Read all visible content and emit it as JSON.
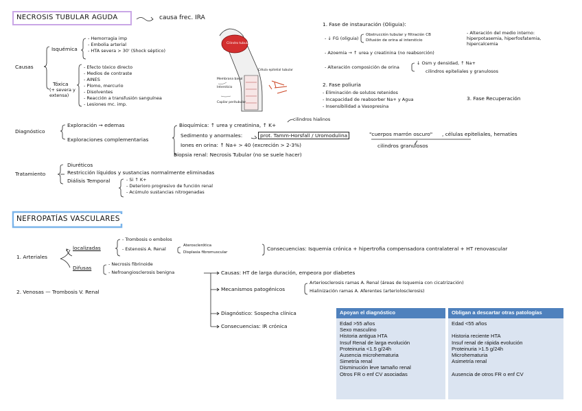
{
  "colors": {
    "necrosis_border": "#c9a6e6",
    "nefro_border": "#7ab4ea",
    "table_header": "#4f81bd",
    "table_body": "#dbe4f1"
  },
  "necrosis": {
    "title": "NECROSIS TUBULAR AGUDA",
    "subtitle": "causa frec. IRA",
    "causas": {
      "label": "Causas",
      "isquemica": {
        "label": "Isquémica",
        "items": [
          "- Hemorragia imp",
          "- Embolia arterial",
          "- HTA severa > 30' (Shock séptico)"
        ]
      },
      "toxica": {
        "label": "Tóxica",
        "note": "(+ severa y extensa)",
        "items": [
          "- Efecto tóxico directo",
          "- Medios de contraste",
          "- AINES",
          "- Plomo, mercurio",
          "- Disolventes",
          "- Reacción a transfusión sanguínea",
          "- Lesiones mc. imp."
        ]
      }
    },
    "diagnostico": {
      "label": "Diagnóstico",
      "exploracion": "Exploración → edemas",
      "complementarias": "Exploraciones complementarias",
      "bioquimica": "Bioquímica: ↑ urea y creatinina, ↑ K+",
      "cilindros_hialinos": "cilindros hialinos",
      "sedimento": "Sedimento y anormales:",
      "prot": "prot. Tamm-Horsfall / Uromodulina",
      "cuerpos": "\"cuerpos marrón oscuro\"",
      "celulas": ", células epiteliales, hematíes",
      "cilindros_granulosos": "cilindros granulosos",
      "iones": "Iones en orina: ↑ Na+ > 40 (excreción > 2-3%)",
      "biopsia": "Biopsia renal: Necrosis Tubular (no se suele hacer)"
    },
    "tratamiento": {
      "label": "Tratamiento",
      "items": [
        "Diuréticos",
        "Restricción líquidos y sustancias normalmente eliminadas",
        "Diálisis Temporal"
      ],
      "dialisis_items": [
        "- Si ↑ K+",
        "- Deterioro progresivo de función renal",
        "- Acúmulo sustancias nitrogenadas"
      ]
    },
    "fases": {
      "f1_title": "1. Fase de instauración (Oliguia):",
      "fg": "- ↓ FG (oliguia)",
      "fg_a": "Obstrucción tubular y filtración CB",
      "fg_b": "Difusión de orina al intersticio",
      "azoemia": "- Azoemia → ↑ urea y creatinina (no reabsorción)",
      "alteracion": "- Alteración composición de orina",
      "alt_a": "↓ Osm y densidad, ↑ Na+",
      "alt_b": "cilindros epiteliales y granulosos",
      "medio": "- Alteración del medio interno: hiperpotasemia, hiperfosfatemia, hipercalcemia",
      "f2_title": "2. Fase poliuria",
      "f2_items": [
        "- Eliminación de solutos retenidos",
        "- Incapacidad de reabsorber Na+ y Agua",
        "- Insensibilidad a Vasopresina"
      ],
      "f3_title": "3. Fase Recuperación"
    },
    "figure_labels": [
      "Cilindro tubular",
      "Célula epitelial tubular",
      "Membrana basal",
      "Intersticio",
      "Capilar peritubular"
    ]
  },
  "nefro": {
    "title": "NEFROPATÍAS VASCULARES",
    "arteriales": "1. Arteriales",
    "venosas": "2. Venosas — Trombosis V. Renal",
    "localizadas": "localizadas",
    "loc_items": [
      "- Trombosis o embolos",
      "- Estenosis A. Renal"
    ],
    "estenosis_a": "Aterosclerótica",
    "estenosis_b": "Displasia fibromuscular",
    "consecuencias": "Consecuencias: Isquemia crónica + hipertrofia compensadora contralateral + HT renovascular",
    "difusas": "Difusas",
    "dif_items": [
      "- Necrosis fibrinoide",
      "- Nefroangiosclerosis benigna"
    ],
    "causas": "Causas: HT de larga duración, empeora por diabetes",
    "mecanismos": "Mecanismos patogénicos",
    "mec_a": "Arteriosclerosis ramas A. Renal (áreas de Isquemia con cicatrización)",
    "mec_b": "Hialinización ramas A. Aferentes (arteriolosclerosis)",
    "diagnostico": "Diagnóstico: Sospecha clínica",
    "consecuencias2": "Consecuencias: IR crónica"
  },
  "table": {
    "col1_header": "Apoyan el diagnóstico",
    "col2_header": "Obligan a descartar otras patologías",
    "col1": [
      "Edad >55 años",
      "Sexo masculino",
      "Historia antigua HTA",
      "Insuf Renal de larga evolución",
      "Proteinuria <1.5 g/24h",
      "Ausencia microhematuria",
      "Simetría renal",
      "Disminución leve tamaño renal",
      "Otros FR o enf CV asociadas"
    ],
    "col2": [
      "Edad <55 años",
      "",
      "Historia reciente HTA",
      "Insuf renal de rápida evolución",
      "Proteinuria >1.5 g/24h",
      "Microhematuria",
      "Asimetría renal",
      "",
      "Ausencia de otros FR o enf CV"
    ]
  }
}
